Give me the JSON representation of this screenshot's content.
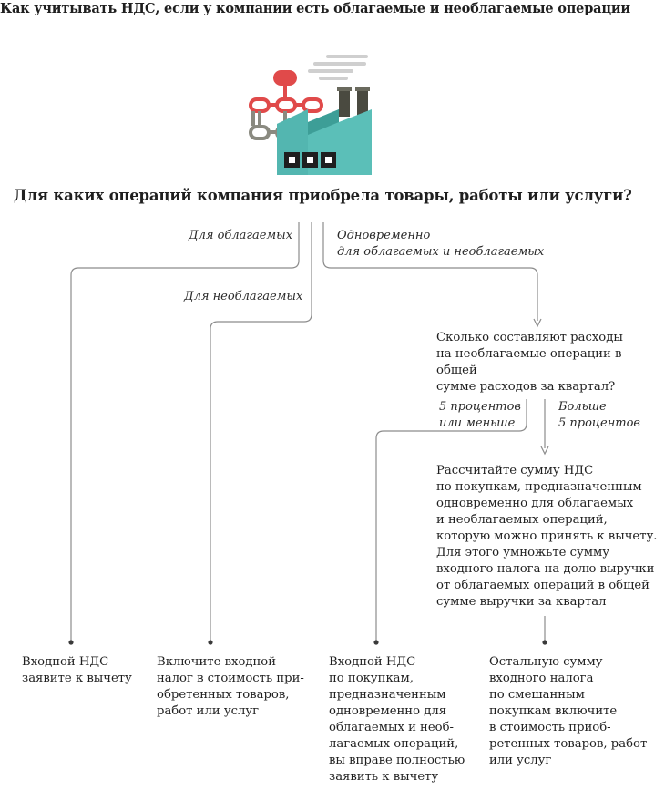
{
  "title": "Как учитывать НДС, если у компании есть облагаемые и необлагаемые операции",
  "question": "Для каких операций компания приобрела товары, работы или услуги?",
  "branches": {
    "taxable": "Для облагаемых",
    "nontaxable": "Для необлагаемых",
    "both": "Одновременно\nдля облагаемых и необлагаемых"
  },
  "question2": "Сколько составляют расходы\nна необлагаемые операции в общей\nсумме расходов за квартал?",
  "branches2": {
    "low": "5 процентов\nили меньше",
    "high": "Больше\n5 процентов"
  },
  "calc_box": "Рассчитайте сумму НДС\nпо покупкам, предназначенным\nодновременно для облагаемых\nи необлагаемых операций,\nкоторую можно принять к вычету.\nДля этого умножьте сумму\nвходного налога на долю выручки\nот облагаемых операций в общей\nсумме выручки за квартал",
  "results": {
    "deduct": "Входной НДС\nзаявите к вычету",
    "include_cost": "Включите входной\nналог в стоимость при-\nобретенных товаров,\nработ или услуг",
    "full_deduct": "Входной НДС\nпо покупкам,\nпредназначенным\nодновременно для\nоблагаемых и необ-\nлагаемых операций,\nвы вправе полностью\nзаявить к вычету",
    "remaining": "Остальную сумму\nвходного налога\nпо смешанным\nпокупкам включите\nв стоимость приоб-\nретенных товаров, работ\nили услуг"
  },
  "icon": "factory-icon",
  "colors": {
    "teal": "#5bbfb8",
    "teal_dark": "#3d9e97",
    "red": "#e04a4a",
    "gray": "#8a8a80",
    "line": "#8c8c8c"
  }
}
